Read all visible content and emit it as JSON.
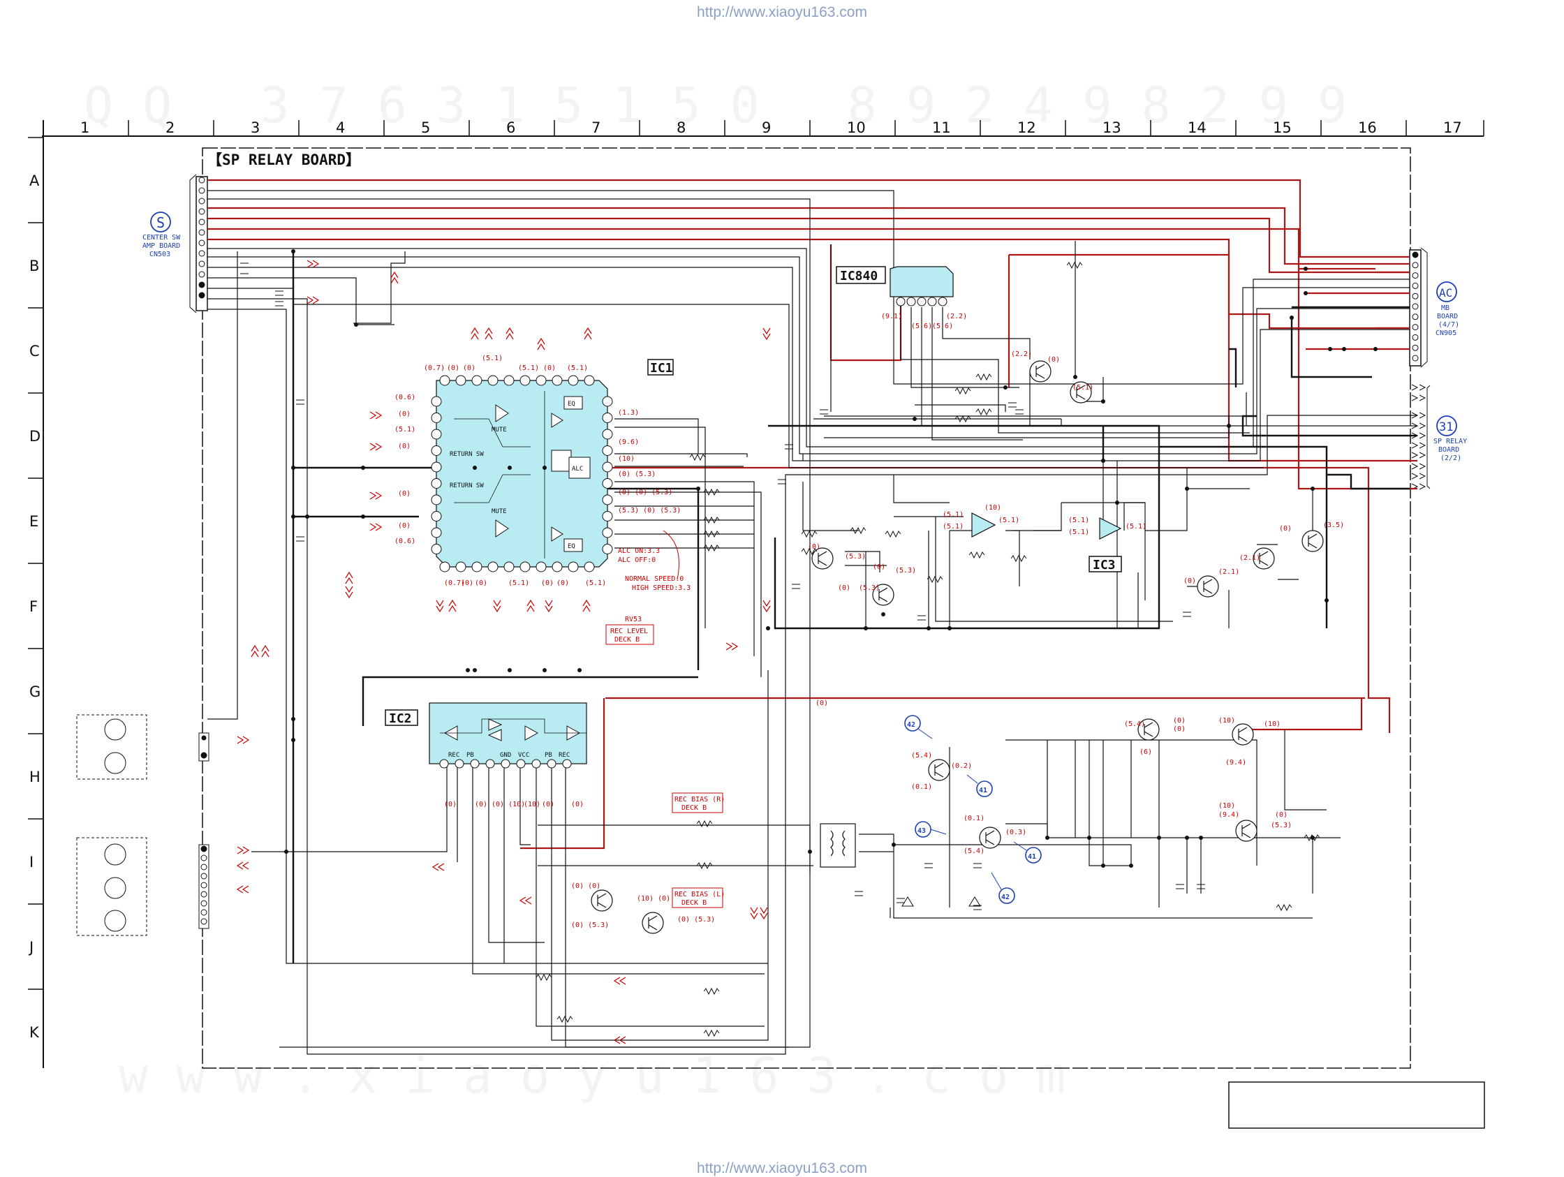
{
  "page": {
    "url_top": "http://www.xiaoyu163.com",
    "url_bottom": "http://www.xiaoyu163.com",
    "watermark_row": "www.xiaoyu163.com",
    "watermark_digits": "QQ 376315150 892498299"
  },
  "grid": {
    "columns": [
      "1",
      "2",
      "3",
      "4",
      "5",
      "6",
      "7",
      "8",
      "9",
      "10",
      "11",
      "12",
      "13",
      "14",
      "15",
      "16",
      "17"
    ],
    "rows": [
      "A",
      "B",
      "C",
      "D",
      "E",
      "F",
      "G",
      "H",
      "I",
      "J",
      "K"
    ]
  },
  "board": {
    "title": "【SP RELAY BOARD】"
  },
  "connectors": {
    "s": {
      "badge": "S",
      "lines": [
        "CENTER SW",
        "AMP BOARD",
        "CN503"
      ]
    },
    "ac": {
      "badge": "AC",
      "lines": [
        "MB",
        "BOARD",
        "(4/7)",
        "CN905"
      ]
    },
    "c31": {
      "badge": "31",
      "lines": [
        "SP RELAY",
        "BOARD",
        "(2/2)"
      ]
    }
  },
  "ics": {
    "ic1": "IC1",
    "ic2": "IC2",
    "ic3": "IC3",
    "ic840": "IC840"
  },
  "ic1_blocks": {
    "return_sw_1": "RETURN SW",
    "return_sw_2": "RETURN SW",
    "mute_1": "MUTE",
    "mute_2": "MUTE",
    "alc": "ALC",
    "eq_1": "EQ",
    "eq_2": "EQ"
  },
  "ic2_pins": [
    "REC",
    "PB",
    "GND",
    "VCC",
    "PB",
    "REC"
  ],
  "notes": {
    "alc_on": "ALC ON:3.3",
    "alc_off": "ALC OFF:0",
    "normal_speed": "NORMAL SPEED:0",
    "high_speed": "HIGH SPEED:3.3",
    "rv53_title": "RV53",
    "rv53_l1": "REC LEVEL",
    "rv53_l2": "DECK B",
    "bias_r_l1": "REC BIAS (R)",
    "bias_r_l2": "DECK B",
    "bias_l_l1": "REC BIAS (L)",
    "bias_l_l2": "DECK B"
  },
  "voltages": {
    "ic1_top": [
      "(0.7)",
      "(0)",
      "(0)",
      "(5.1)",
      "(5.1)",
      "(0)",
      "(5.1)"
    ],
    "ic1_left": [
      "(0.6)",
      "(0)",
      "(5.1)",
      "(0)",
      "(0)",
      "(0)",
      "(0.6)"
    ],
    "ic1_right": [
      "(1.3)",
      "(9.6)",
      "(10)",
      "(0) (5.3)",
      "(0) (0) (5.3)",
      "(5.3) (0) (5.3)"
    ],
    "ic1_bottom": [
      "(0.7)",
      "(0)",
      "(0)",
      "(5.1)",
      "(0)",
      "(0)",
      "(5.1)"
    ],
    "ic840_pins": [
      "(9.1)",
      "(5.6)",
      "(5.6)",
      "(2.2)"
    ],
    "ic3_in": [
      "(5.1)",
      "(5.1)",
      "(5.1)",
      "(5.1)"
    ],
    "ic3_out": [
      "(10)",
      "(5.1)",
      "(5.1)"
    ],
    "transistors": [
      "(2.2)",
      "(0)",
      "(5.1)",
      "(0)",
      "(5.3)",
      "(0)",
      "(0)",
      "(5.3)",
      "(5.3)",
      "(0)",
      "(2.1)",
      "(2.1)",
      "(3.5)",
      "(0)",
      "(0)"
    ],
    "osc_left": [
      "(5.4)",
      "(0.1)",
      "(0.2)",
      "(0.1)",
      "(5.4)",
      "(0.3)"
    ],
    "osc_right": [
      "(5.4)",
      "(0)",
      "(0)",
      "(6)",
      "(10)",
      "(10)",
      "(9.4)",
      "(10)",
      "(9.4)",
      "(0)",
      "(5.3)"
    ],
    "ic2_bottom": [
      "(0)",
      "(0)",
      "(0) (10)",
      "(10)",
      "(0)",
      "(0)"
    ],
    "bias_tr": [
      "(0) (0)",
      "(0) (5.3)",
      "(10) (0)",
      "(0) (5.3)"
    ]
  },
  "callouts": [
    "42",
    "41",
    "43",
    "41",
    "42"
  ],
  "colors": {
    "wire": "#111111",
    "red_wire": "#b01515",
    "ic_fill": "#b8ecf2",
    "blue": "#1a3fb0",
    "red_text": "#c00000"
  }
}
